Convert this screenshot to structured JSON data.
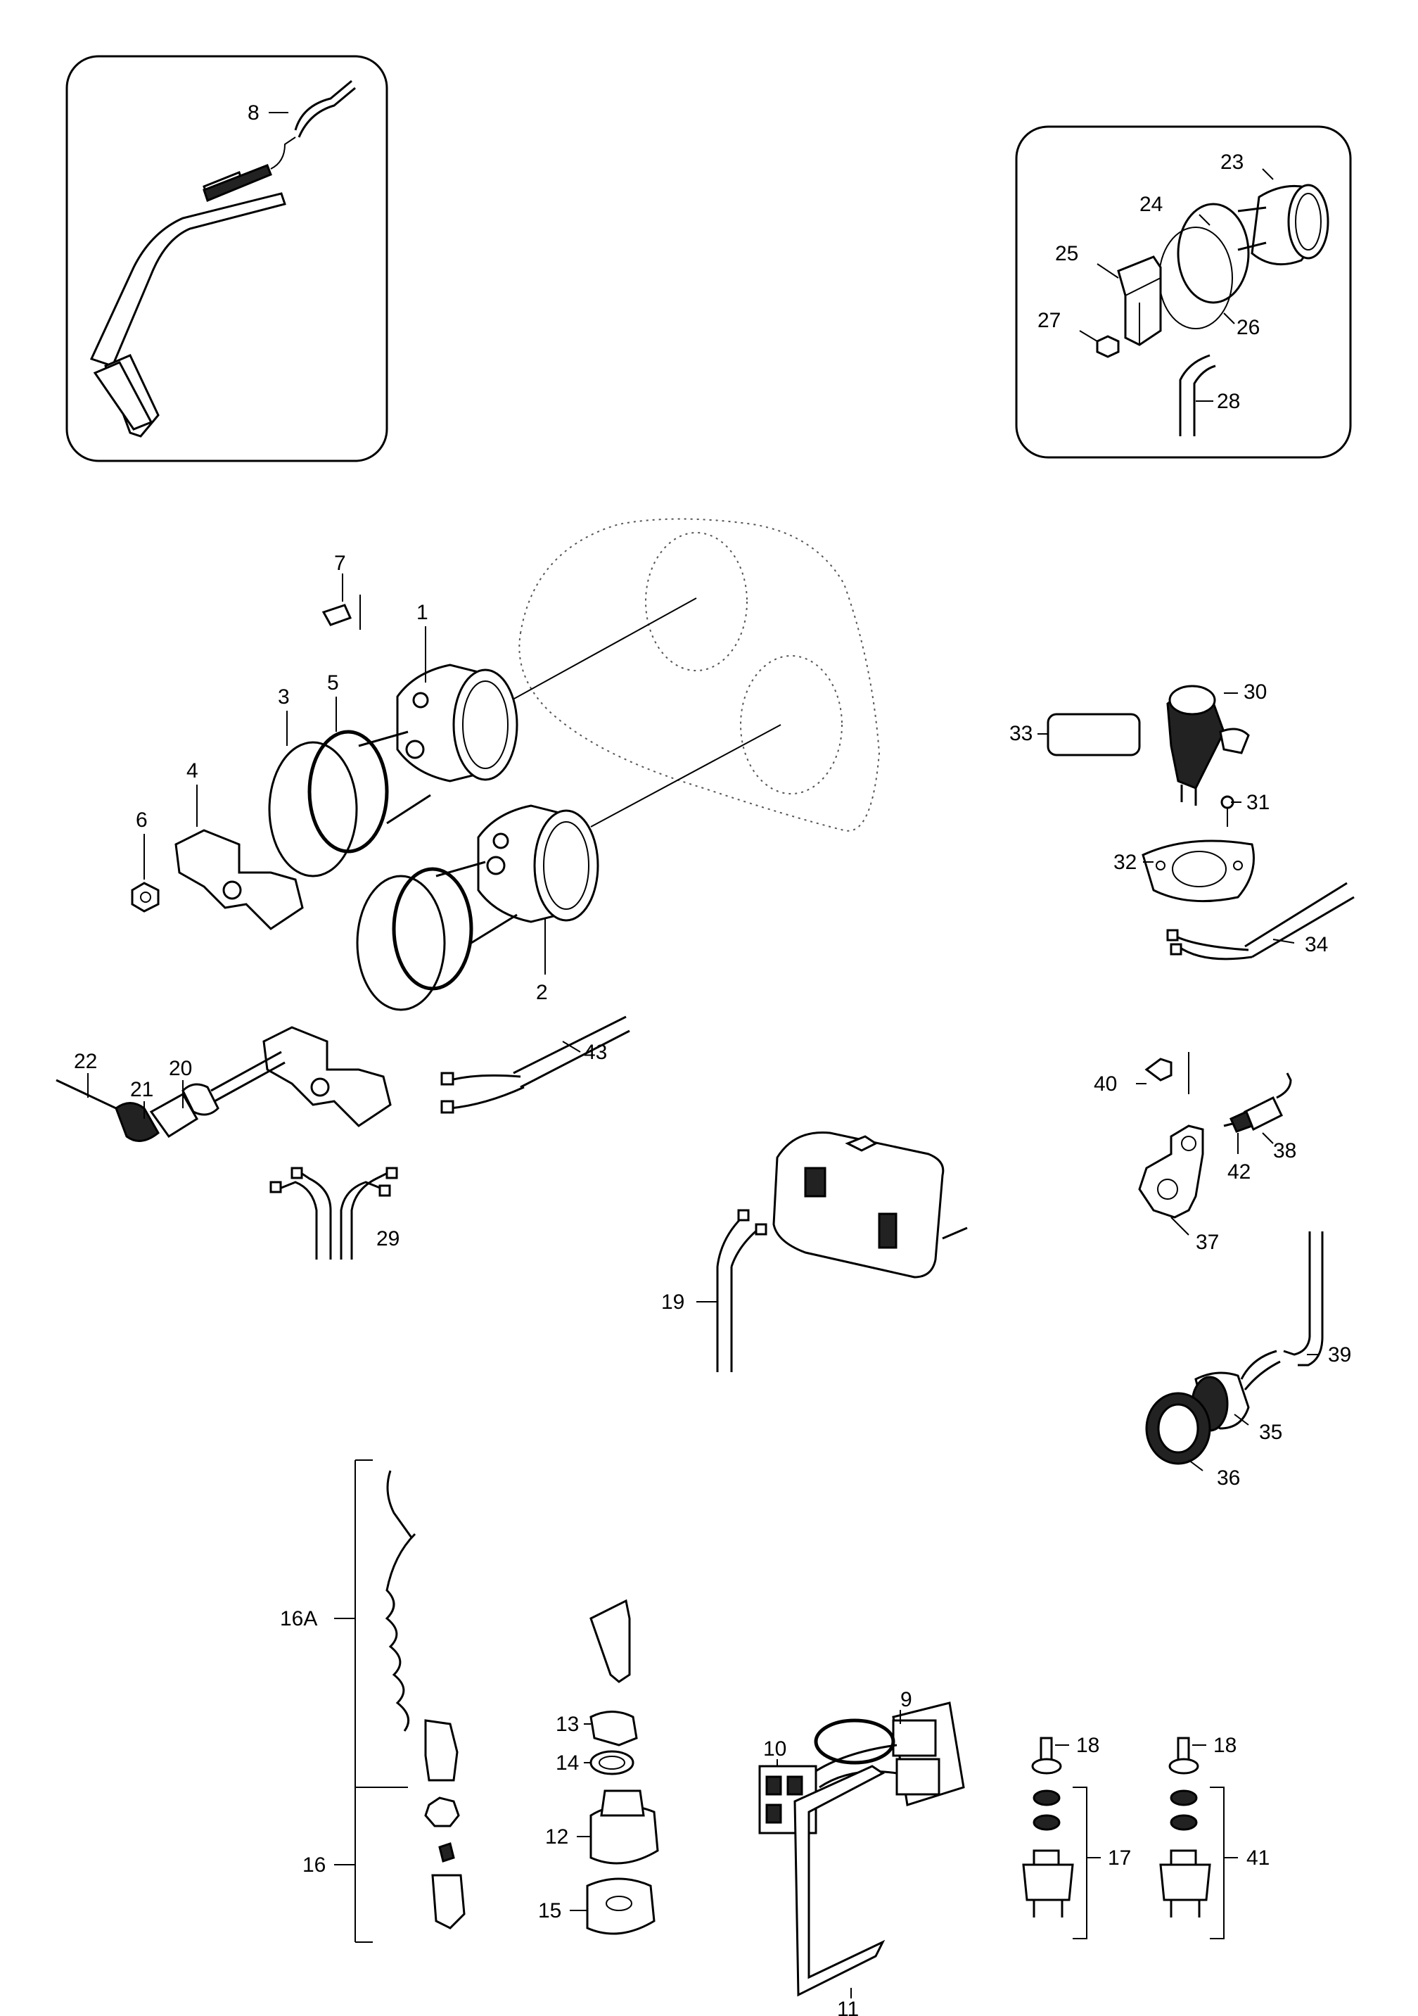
{
  "callouts": {
    "c1": "1",
    "c2": "2",
    "c3": "3",
    "c4": "4",
    "c5": "5",
    "c6": "6",
    "c7": "7",
    "c8": "8",
    "c9": "9",
    "c10": "10",
    "c11": "11",
    "c12": "12",
    "c13": "13",
    "c14": "14",
    "c15": "15",
    "c16": "16",
    "c16a": "16A",
    "c17": "17",
    "c18a": "18",
    "c18b": "18",
    "c19": "19",
    "c20": "20",
    "c21": "21",
    "c22": "22",
    "c23": "23",
    "c24": "24",
    "c25": "25",
    "c26": "26",
    "c27": "27",
    "c28": "28",
    "c29": "29",
    "c30": "30",
    "c31": "31",
    "c32": "32",
    "c33": "33",
    "c34": "34",
    "c35": "35",
    "c36": "36",
    "c37": "37",
    "c38": "38",
    "c39": "39",
    "c40": "40",
    "c41": "41",
    "c42": "42",
    "c43": "43"
  }
}
